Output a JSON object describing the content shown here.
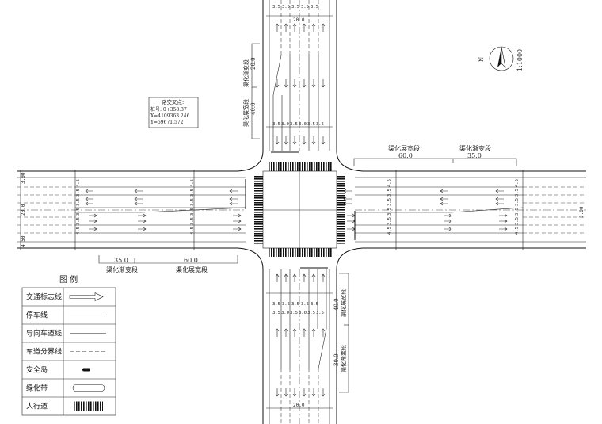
{
  "north_arrow": {
    "letter": "N",
    "scale": "1:1000"
  },
  "intersection_point": {
    "title": "路交叉点:",
    "station": "桩号: 0+358.37",
    "x": "X=4109363.246",
    "y": "Y=59671.572"
  },
  "north_approach": {
    "lanes_top": [
      "3.5",
      "3.5",
      "3.5",
      "3.5",
      "3.5"
    ],
    "lanes_bottom": [
      "3.5",
      "3.0",
      "3.5",
      "3.0",
      "3.5",
      "3.5"
    ],
    "transition_label": "渠化渐变段",
    "transition_len": "20.0",
    "widen_label": "渠化展宽段",
    "widen_len": "40.0",
    "top_width": "20.0"
  },
  "east_approach": {
    "widen_label": "渠化展宽段",
    "widen_len": "60.0",
    "transition_label": "渠化渐变段",
    "transition_len": "35.0",
    "lane_marks": [
      "4.5",
      "3.5",
      "3.5",
      "3.5",
      "3.5",
      "4.5"
    ],
    "edge_width": "3.00"
  },
  "west_approach": {
    "transition_label": "渠化渐变段",
    "transition_len": "35.0",
    "widen_label": "渠化展宽段",
    "widen_len": "60.0",
    "lane_marks": [
      "4.5",
      "3.5",
      "3.5",
      "3.5",
      "3.5",
      "4.5"
    ],
    "edge_top": "3.00",
    "edge_mid": "20.0",
    "edge_bot": "4.50"
  },
  "south_approach": {
    "lanes_top": [
      "3.5",
      "3.5",
      "3.5",
      "3.5",
      "3.5"
    ],
    "lanes_bottom": [
      "3.5",
      "3.0",
      "3.5",
      "3.0",
      "3.5",
      "3.5"
    ],
    "widen_label": "渠化展宽段",
    "widen_len": "40.0",
    "transition_label": "渠化渐变段",
    "transition_len": "30.0",
    "bottom_width": "20.0"
  },
  "legend": {
    "title": "图 例",
    "items": [
      {
        "label": "交通标志线",
        "symbol": "arrow"
      },
      {
        "label": "停车线",
        "symbol": "solid"
      },
      {
        "label": "导向车道线",
        "symbol": "solid-thin"
      },
      {
        "label": "车道分界线",
        "symbol": "dashed"
      },
      {
        "label": "安全岛",
        "symbol": "island"
      },
      {
        "label": "绿化带",
        "symbol": "green-belt"
      },
      {
        "label": "人行道",
        "symbol": "crosswalk"
      }
    ]
  }
}
